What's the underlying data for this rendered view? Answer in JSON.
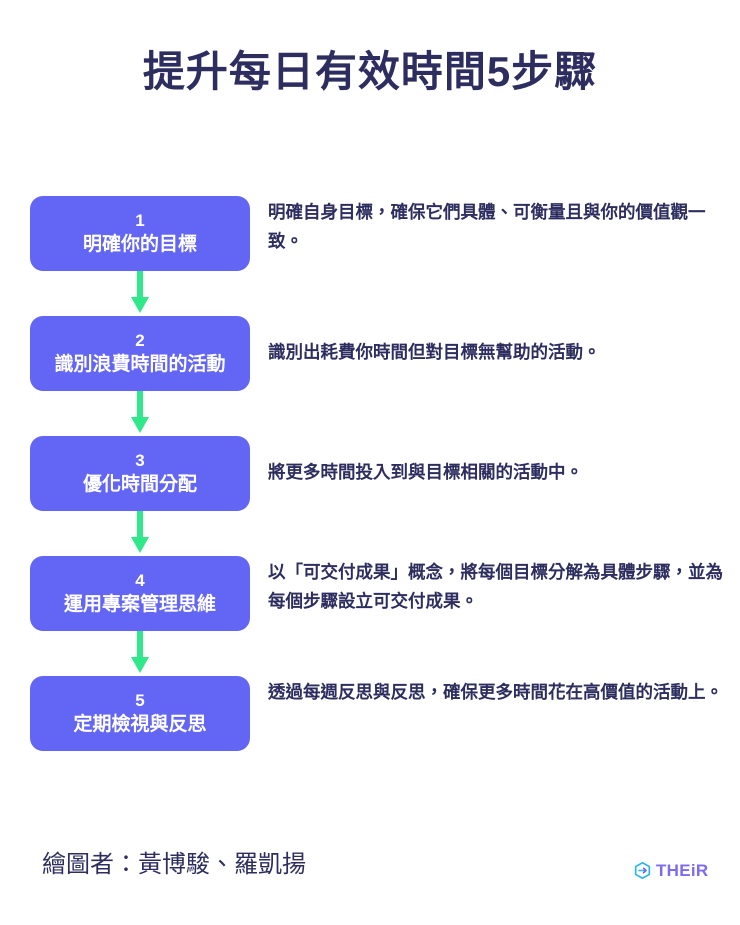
{
  "page": {
    "title": "提升每日有效時間5步驟",
    "background_color": "#ffffff",
    "title_color": "#2d2e5f",
    "box_color": "#6366f5",
    "arrow_color": "#2ee88a"
  },
  "steps": [
    {
      "number": "1",
      "label": "明確你的目標",
      "description": "明確自身目標，確保它們具體、可衡量且與你的價值觀一致。"
    },
    {
      "number": "2",
      "label": "識別浪費時間的活動",
      "description": "識別出耗費你時間但對目標無幫助的活動。"
    },
    {
      "number": "3",
      "label": "優化時間分配",
      "description": "將更多時間投入到與目標相關的活動中。"
    },
    {
      "number": "4",
      "label": "運用專案管理思維",
      "description": "以「可交付成果」概念，將每個目標分解為具體步驟，並為每個步驟設立可交付成果。"
    },
    {
      "number": "5",
      "label": "定期檢視與反思",
      "description": "透過每週反思與反思，確保更多時間花在高價值的活動上。"
    }
  ],
  "footer": {
    "credits": "繪圖者：黃博駿、羅凱揚",
    "brand_name": "THEiR",
    "brand_icon": "hexagon-arrow-icon",
    "brand_color": "#7b6cf0"
  }
}
